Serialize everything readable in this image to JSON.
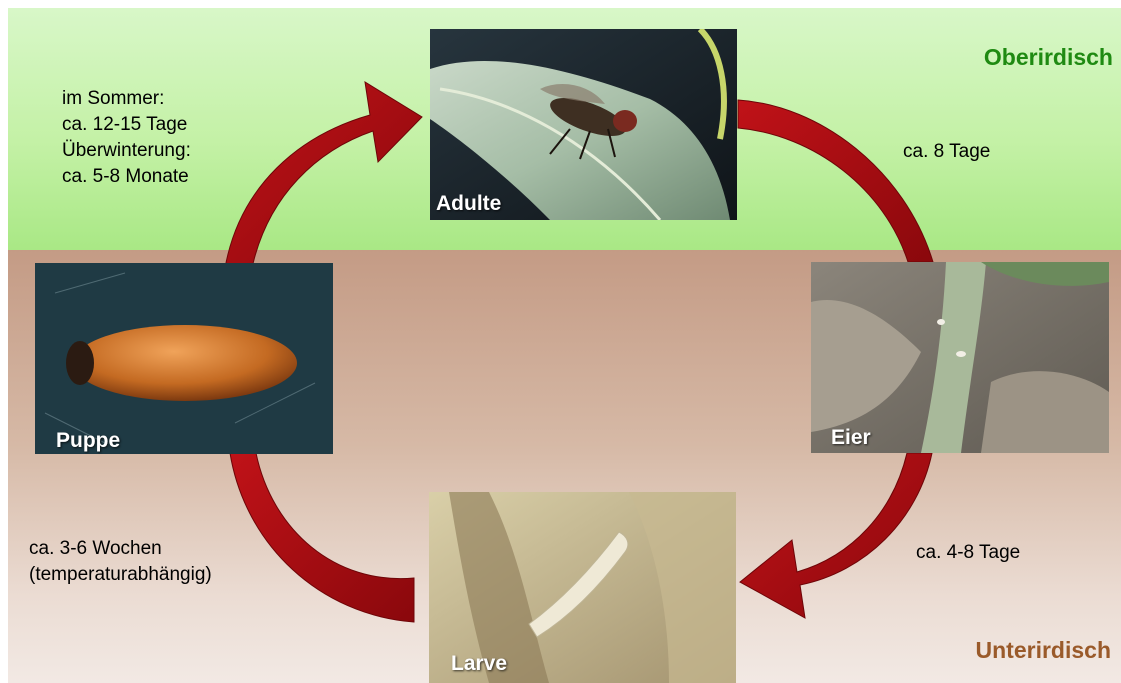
{
  "zones": {
    "top_label": "Oberirdisch",
    "bottom_label": "Unterirdisch"
  },
  "stages": {
    "adult": "Adulte",
    "eggs": "Eier",
    "larva": "Larve",
    "pupa": "Puppe"
  },
  "durations": {
    "adult_to_eggs": [
      "ca. 8 Tage"
    ],
    "eggs_to_larva": [
      "ca. 4-8 Tage"
    ],
    "larva_to_pupa": [
      "ca. 3-6 Wochen",
      "(temperaturabhängig)"
    ],
    "pupa_to_adult": [
      "im Sommer:",
      "ca. 12-15 Tage",
      "Überwinterung:",
      "ca. 5-8 Monate"
    ]
  },
  "colors": {
    "arrow": "#a40a0e",
    "top_zone_text": "#1f8a12",
    "bottom_zone_text": "#9a5a2a"
  }
}
